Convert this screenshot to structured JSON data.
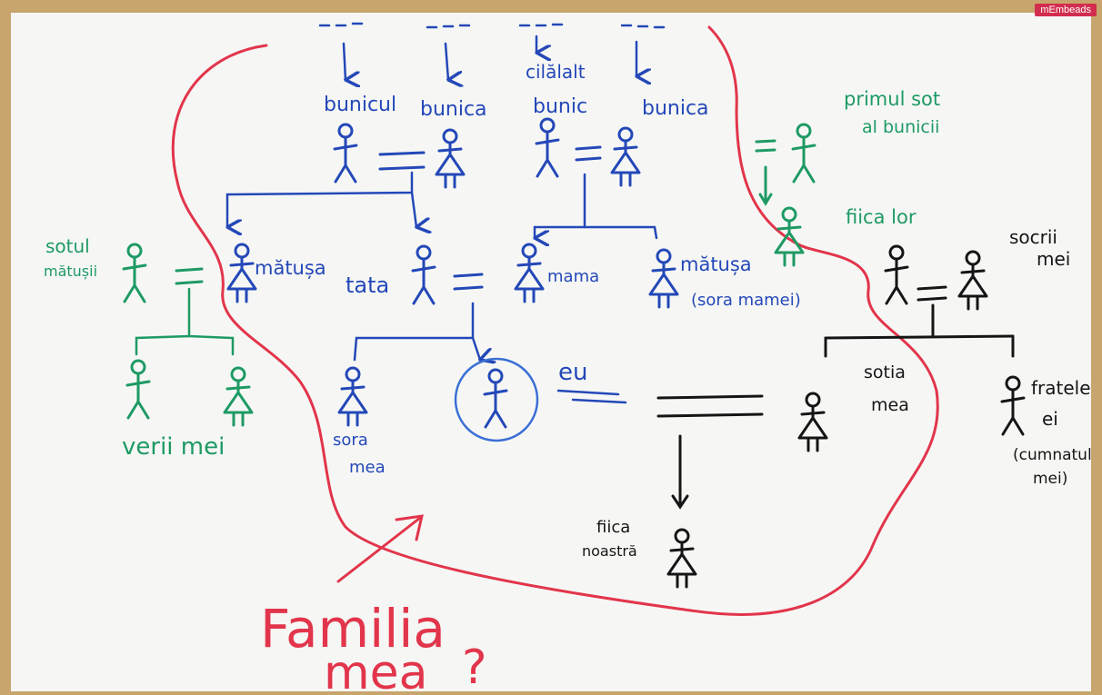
{
  "colors": {
    "board_bg": "#f6f7f5",
    "frame": "#c7a56c",
    "blue": "#2448b8",
    "green": "#1e9a64",
    "black": "#151515",
    "red": "#e2354b",
    "brand": "#d22d4e"
  },
  "brand": "mEmbeads",
  "labels": {
    "bunicul": "bunicul",
    "bunica_left": "bunica",
    "celalalt_bunic_1": "cilălalt",
    "celalalt_bunic_2": "bunic",
    "bunica_right": "bunica",
    "primul_sot_1": "primul sot",
    "primul_sot_2": "al bunicii",
    "fiica_lor": "fiica lor",
    "socrii_1": "socrii",
    "socrii_2": "mei",
    "sotul_matusii_1": "sotul",
    "sotul_matusii_2": "mătușii",
    "matusa_left": "mătușa",
    "tata": "tata",
    "mama": "mama",
    "matusa_right": "mătușa",
    "sora_mamei": "(sora mamei)",
    "eu": "eu",
    "sotia_1": "sotia",
    "sotia_2": "mea",
    "fratele_1": "fratele",
    "fratele_2": "ei",
    "cumnatul_1": "(cumnatul",
    "cumnatul_2": "mei)",
    "sora_1": "sora",
    "sora_2": "mea",
    "verii": "verii mei",
    "fiica_1": "fiica",
    "fiica_2": "noastră",
    "familia_1": "Familia",
    "familia_2": "mea",
    "question": "?"
  }
}
